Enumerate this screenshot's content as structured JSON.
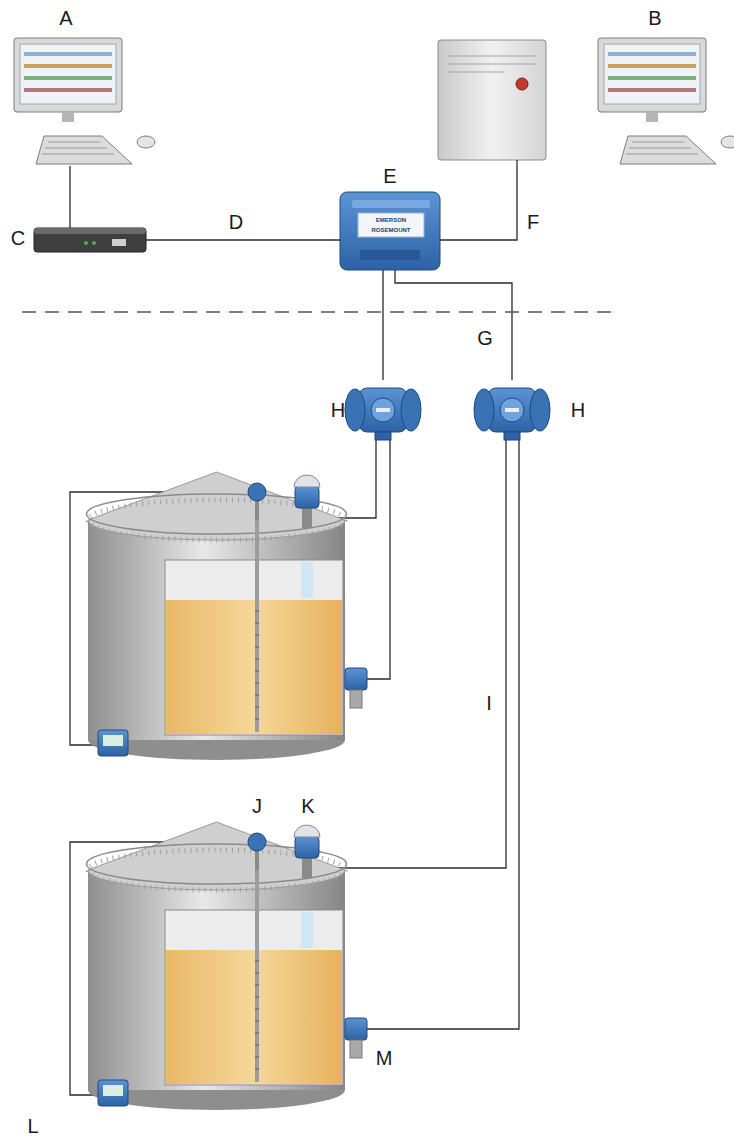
{
  "diagram": {
    "labels": [
      "A",
      "B",
      "E",
      "EMERSON",
      "ROSEMOUNT",
      "C",
      "D",
      "F",
      "G",
      "H",
      "H",
      "I",
      "J",
      "K",
      "M",
      "L"
    ]
  }
}
